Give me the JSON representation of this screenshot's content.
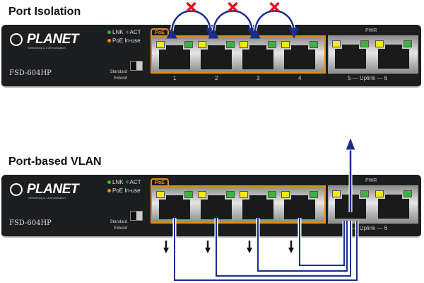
{
  "sections": [
    {
      "title": "Port Isolation",
      "mode": "isolation",
      "isolated_pairs": [
        [
          1,
          2
        ],
        [
          2,
          3
        ],
        [
          3,
          4
        ]
      ],
      "block_marker": "red-x-icon"
    },
    {
      "title": "Port-based VLAN",
      "mode": "vlan",
      "downstream_ports": [
        1,
        2,
        3,
        4
      ],
      "uplink_port": 5,
      "uplink_direction": "up"
    }
  ],
  "device": {
    "brand": "PLANET",
    "brand_sub": "Networking & Communication",
    "model": "FSD-604HP",
    "legend": {
      "lnk": "LNK",
      "act": "ACT",
      "poe": "PoE In-use"
    },
    "toggle_labels": {
      "standard": "Standard",
      "extend": "Extend"
    },
    "poe_tab": "PoE",
    "pwr": "PWR",
    "port_numbers": [
      "1",
      "2",
      "3",
      "4"
    ],
    "uplink_label": "5 — Uplink — 6",
    "colors": {
      "chassis": "#1c1d1f",
      "poe_orange": "#e58a10",
      "led_yellow": "#f2ea0e",
      "led_green": "#3cb33c",
      "arrow_blue": "#1a2e8c",
      "x_red": "#e0141e"
    }
  }
}
